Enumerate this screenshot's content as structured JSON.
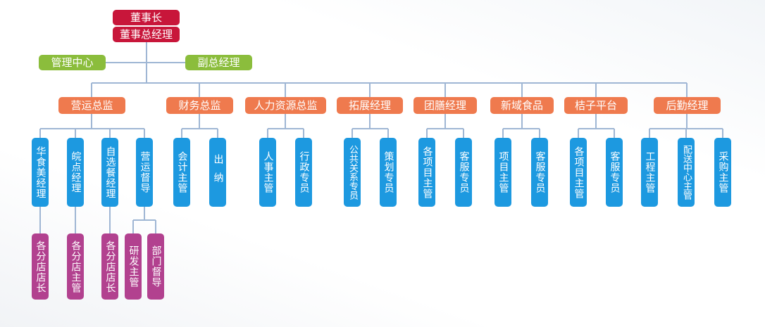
{
  "colors": {
    "executive": "#c8163a",
    "support": "#8bbd3c",
    "department": "#ef7a4e",
    "position": "#1d99e0",
    "subposition": "#b2418f",
    "connector": "#9fb6d4"
  },
  "top": {
    "chairman": "董事长",
    "general_manager": "董事总经理"
  },
  "side": {
    "management_center": "管理中心",
    "deputy_gm": "副总经理"
  },
  "departments": {
    "operations": {
      "name": "营运总监",
      "roles": {
        "huashi": "华食美经理",
        "wandian": "皖点经理",
        "zixuan": "自选餐经理",
        "supervisor": "营运督导"
      },
      "subroles": {
        "huashi_store": "各分店店长",
        "wandian_store": "各分店主管",
        "zixuan_store": "各分店店长",
        "rd_manager": "研发主管",
        "dept_supervisor": "部门督导"
      }
    },
    "finance": {
      "name": "财务总监",
      "roles": {
        "accounting": "会计主管",
        "cashier": "出纳"
      }
    },
    "hr": {
      "name": "人力资源总监",
      "roles": {
        "personnel": "人事主管",
        "admin": "行政专员"
      }
    },
    "expansion": {
      "name": "拓展经理",
      "roles": {
        "pr": "公共关系专员",
        "planning": "策划专员"
      }
    },
    "catering": {
      "name": "团膳经理",
      "roles": {
        "project": "各项目主管",
        "service": "客服专员"
      }
    },
    "food": {
      "name": "新域食品",
      "roles": {
        "project": "项目主管",
        "service": "客服专员"
      }
    },
    "platform": {
      "name": "桔子平台",
      "roles": {
        "project": "各项目主管",
        "service": "客服专员"
      }
    },
    "logistics": {
      "name": "后勤经理",
      "roles": {
        "engineering": "工程主管",
        "delivery": "配送中心主管",
        "purchasing": "采购主管"
      }
    }
  }
}
